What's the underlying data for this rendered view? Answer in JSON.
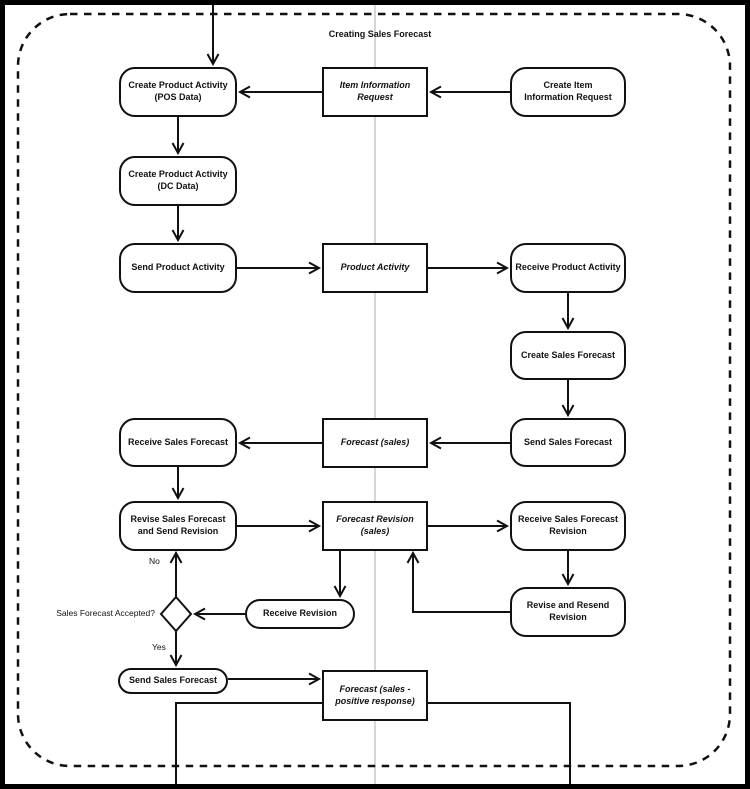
{
  "title": "Creating Sales Forecast",
  "colors": {
    "line": "#111111",
    "divider": "#d6d6d6",
    "background": "#ffffff"
  },
  "nodes": {
    "create_pos": {
      "label": "Create Product Activity\n(POS Data)",
      "shape": "rounded"
    },
    "item_info_request": {
      "label": "Item Information\nRequest",
      "shape": "rect"
    },
    "create_item_request": {
      "label": "Create Item\nInformation Request",
      "shape": "rounded"
    },
    "create_dc": {
      "label": "Create Product Activity\n(DC Data)",
      "shape": "rounded"
    },
    "send_product_activity": {
      "label": "Send Product Activity",
      "shape": "rounded"
    },
    "product_activity": {
      "label": "Product Activity",
      "shape": "rect"
    },
    "receive_product_activity": {
      "label": "Receive Product Activity",
      "shape": "rounded"
    },
    "create_sales_forecast": {
      "label": "Create Sales Forecast",
      "shape": "rounded"
    },
    "receive_sales_forecast": {
      "label": "Receive Sales Forecast",
      "shape": "rounded"
    },
    "forecast_sales": {
      "label": "Forecast (sales)",
      "shape": "rect"
    },
    "send_sales_forecast": {
      "label": "Send Sales Forecast",
      "shape": "rounded"
    },
    "revise_sales_forecast": {
      "label": "Revise Sales Forecast\nand Send Revision",
      "shape": "rounded"
    },
    "forecast_revision": {
      "label": "Forecast Revision\n(sales)",
      "shape": "rect"
    },
    "receive_sf_revision": {
      "label": "Receive Sales Forecast\nRevision",
      "shape": "rounded"
    },
    "receive_revision": {
      "label": "Receive Revision",
      "shape": "pill"
    },
    "revise_resend_revision": {
      "label": "Revise and Resend\nRevision",
      "shape": "rounded"
    },
    "send_sales_forecast_2": {
      "label": "Send Sales Forecast",
      "shape": "pill"
    },
    "forecast_positive": {
      "label": "Forecast (sales -\npositive response)",
      "shape": "rect"
    }
  },
  "labels": {
    "decision_question": "Sales Forecast Accepted?",
    "no": "No",
    "yes": "Yes"
  }
}
